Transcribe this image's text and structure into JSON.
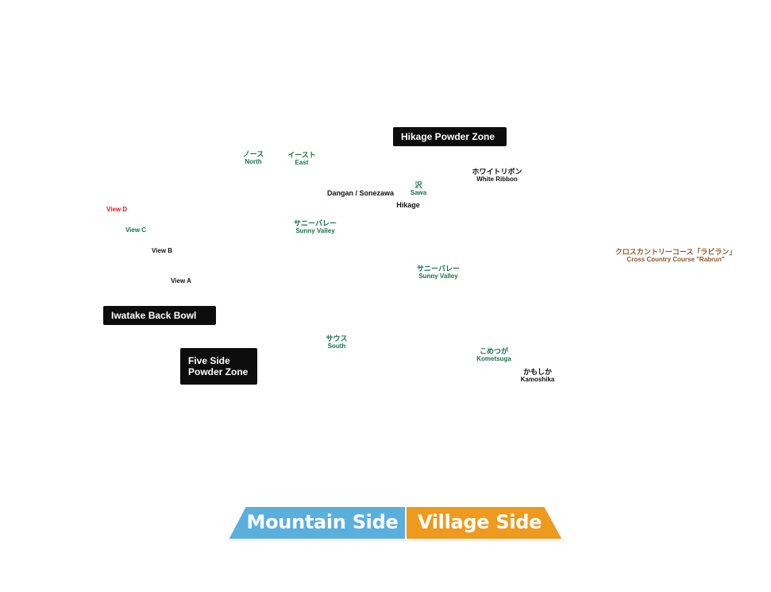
{
  "zones": {
    "hikage_powder": "Hikage Powder Zone",
    "iwatake_back_bowl": "Iwatake Back Bowl",
    "five_side_line1": "Five Side",
    "five_side_line2": "Powder Zone"
  },
  "courses": {
    "north": {
      "jp": "ノース",
      "en": "North"
    },
    "east": {
      "jp": "イースト",
      "en": "East"
    },
    "sawa": {
      "jp": "沢",
      "en": "Sawa"
    },
    "white_ribbon": {
      "jp": "ホワイトリボン",
      "en": "White Ribbon"
    },
    "dangan": "Dangan / Sonezawa",
    "hikage": "Hikage",
    "sunny_valley_upper": {
      "jp": "サニーバレー",
      "en": "Sunny Valley"
    },
    "sunny_valley_lower": {
      "jp": "サニーバレー",
      "en": "Sunny Valley"
    },
    "cross_country": {
      "jp": "クロスカントリーコース「ラビラン」",
      "en": "Cross Country Course \"Rabrun\""
    },
    "south": {
      "jp": "サウス",
      "en": "South"
    },
    "kometsuga": {
      "jp": "こめつが",
      "en": "Kometsuga"
    },
    "kamoshika": {
      "jp": "かもしか",
      "en": "Kamoshika"
    }
  },
  "views": {
    "d": "View D",
    "c": "View C",
    "b": "View B",
    "a": "View A"
  },
  "tabs": {
    "mountain": "Mountain Side",
    "village": "Village Side"
  },
  "colors": {
    "mountain_tab": "#5aafdd",
    "village_tab": "#ee9a1e",
    "course_green": "#16734a",
    "view_red": "#e0141e",
    "cross_country_brown": "#8a5a2b"
  }
}
